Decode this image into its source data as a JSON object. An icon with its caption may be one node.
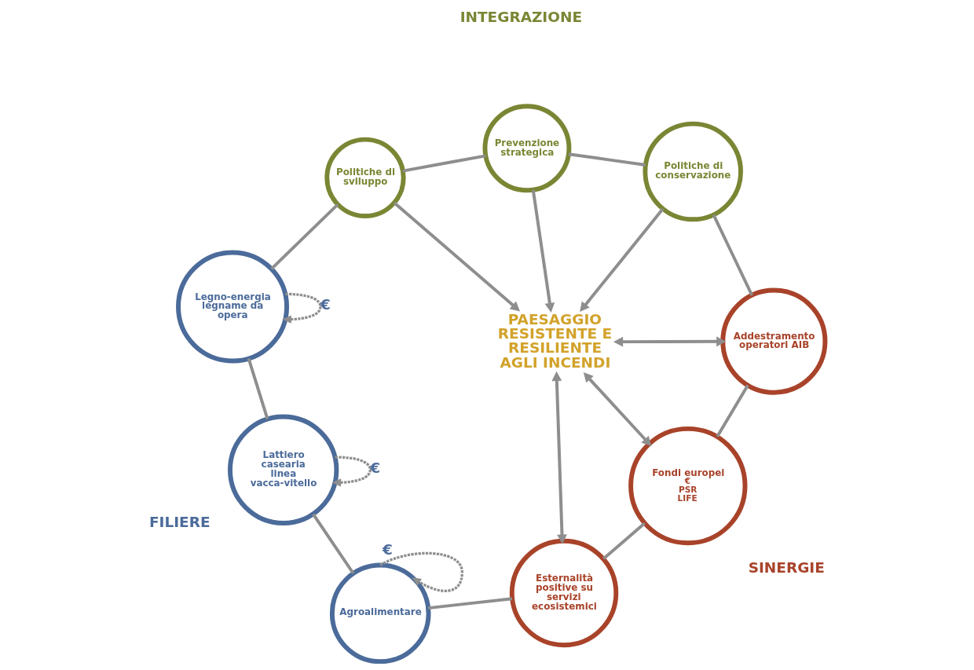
{
  "diagram": {
    "nodes": [
      {
        "text": [
          "Prevenzione strategica"
        ]
      },
      {
        "text": [
          "Politiche di sviluppo"
        ]
      },
      {
        "text": [
          "Politiche di conservazione"
        ]
      },
      {
        "text": [
          "Legno-energia legname da opera"
        ]
      },
      {
        "text": [
          "Addestramento operatori AIB"
        ]
      },
      {
        "text": [
          "PAESAGGIO RESISTENTE E RESILIENTE AGLI INCENDI"
        ]
      },
      {
        "text": [
          "Lattiero casearia linea vacca-vitello"
        ]
      },
      {
        "text": [
          "Fondi europei",
          "€",
          "PSR",
          "LIFE"
        ]
      },
      {
        "text": [
          "Agroalimentare"
        ]
      },
      {
        "text": [
          "Esternalità positive su servizi ecosistemici"
        ]
      }
    ],
    "edges": [
      {
        "from": 1,
        "to": 0,
        "arrow": "none"
      },
      {
        "from": 0,
        "to": 2,
        "arrow": "none"
      },
      {
        "from": 2,
        "to": 4,
        "arrow": "none"
      },
      {
        "from": 4,
        "to": 7,
        "arrow": "none"
      },
      {
        "from": 7,
        "to": 9,
        "arrow": "none"
      },
      {
        "from": 9,
        "to": 8,
        "arrow": "none"
      },
      {
        "from": 8,
        "to": 6,
        "arrow": "none"
      },
      {
        "from": 6,
        "to": 3,
        "arrow": "none"
      },
      {
        "from": 3,
        "to": 1,
        "arrow": "none"
      },
      {
        "from": 1,
        "to": 5,
        "arrow": "to"
      },
      {
        "from": 0,
        "to": 5,
        "arrow": "to"
      },
      {
        "from": 2,
        "to": 5,
        "arrow": "to"
      },
      {
        "from": 5,
        "to": 4,
        "arrow": "both"
      },
      {
        "from": 5,
        "to": 7,
        "arrow": "both"
      },
      {
        "from": 5,
        "to": 9,
        "arrow": "both"
      },
      {
        "from": 3,
        "to": 3,
        "arrow": "to",
        "style": "dashed",
        "label": "€"
      },
      {
        "from": 6,
        "to": 6,
        "arrow": "to",
        "style": "dashed",
        "label": "€"
      },
      {
        "from": 8,
        "to": 8,
        "arrow": "to",
        "style": "dashed",
        "label": "€"
      }
    ],
    "labels": [
      "INTEGRAZIONE",
      "FILIERE",
      "SINERGIE"
    ]
  }
}
